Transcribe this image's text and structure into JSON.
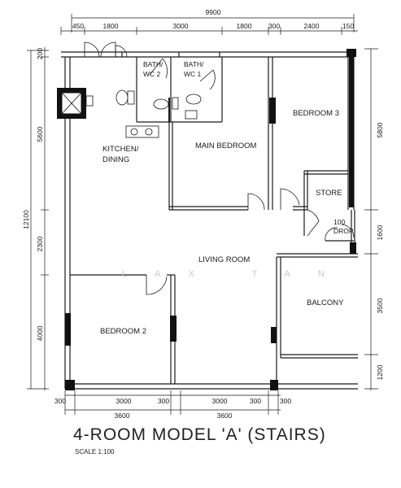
{
  "title": "4-ROOM MODEL 'A' (STAIRS)",
  "scale": "SCALE  1:100",
  "watermark": "LAX TAN",
  "dims_top": {
    "overall": "9900",
    "segments": [
      "450",
      "1800",
      "3000",
      "1800",
      "300",
      "2400",
      "150"
    ]
  },
  "dims_bottom": {
    "row1": [
      "300",
      "3000",
      "300",
      "3000",
      "300",
      "300"
    ],
    "row2": [
      "3600",
      "3600"
    ]
  },
  "dims_left": {
    "overall": "12100",
    "segments": [
      "200",
      "5600",
      "2300",
      "4000"
    ]
  },
  "dims_right": {
    "segments": [
      "5800",
      "1600",
      "3500",
      "1200"
    ]
  },
  "rooms": {
    "bath_wc_2": [
      "BATH/",
      "WC 2"
    ],
    "bath_wc_1": [
      "BATH/",
      "WC 1"
    ],
    "bedroom_3": "BEDROOM 3",
    "kitchen_dining": [
      "KITCHEN/",
      "DINING"
    ],
    "main_bedroom": "MAIN BEDROOM",
    "store": "STORE",
    "drop": [
      "100",
      "DROP"
    ],
    "living_room": "LIVING ROOM",
    "balcony": "BALCONY",
    "bedroom_2": "BEDROOM 2"
  }
}
